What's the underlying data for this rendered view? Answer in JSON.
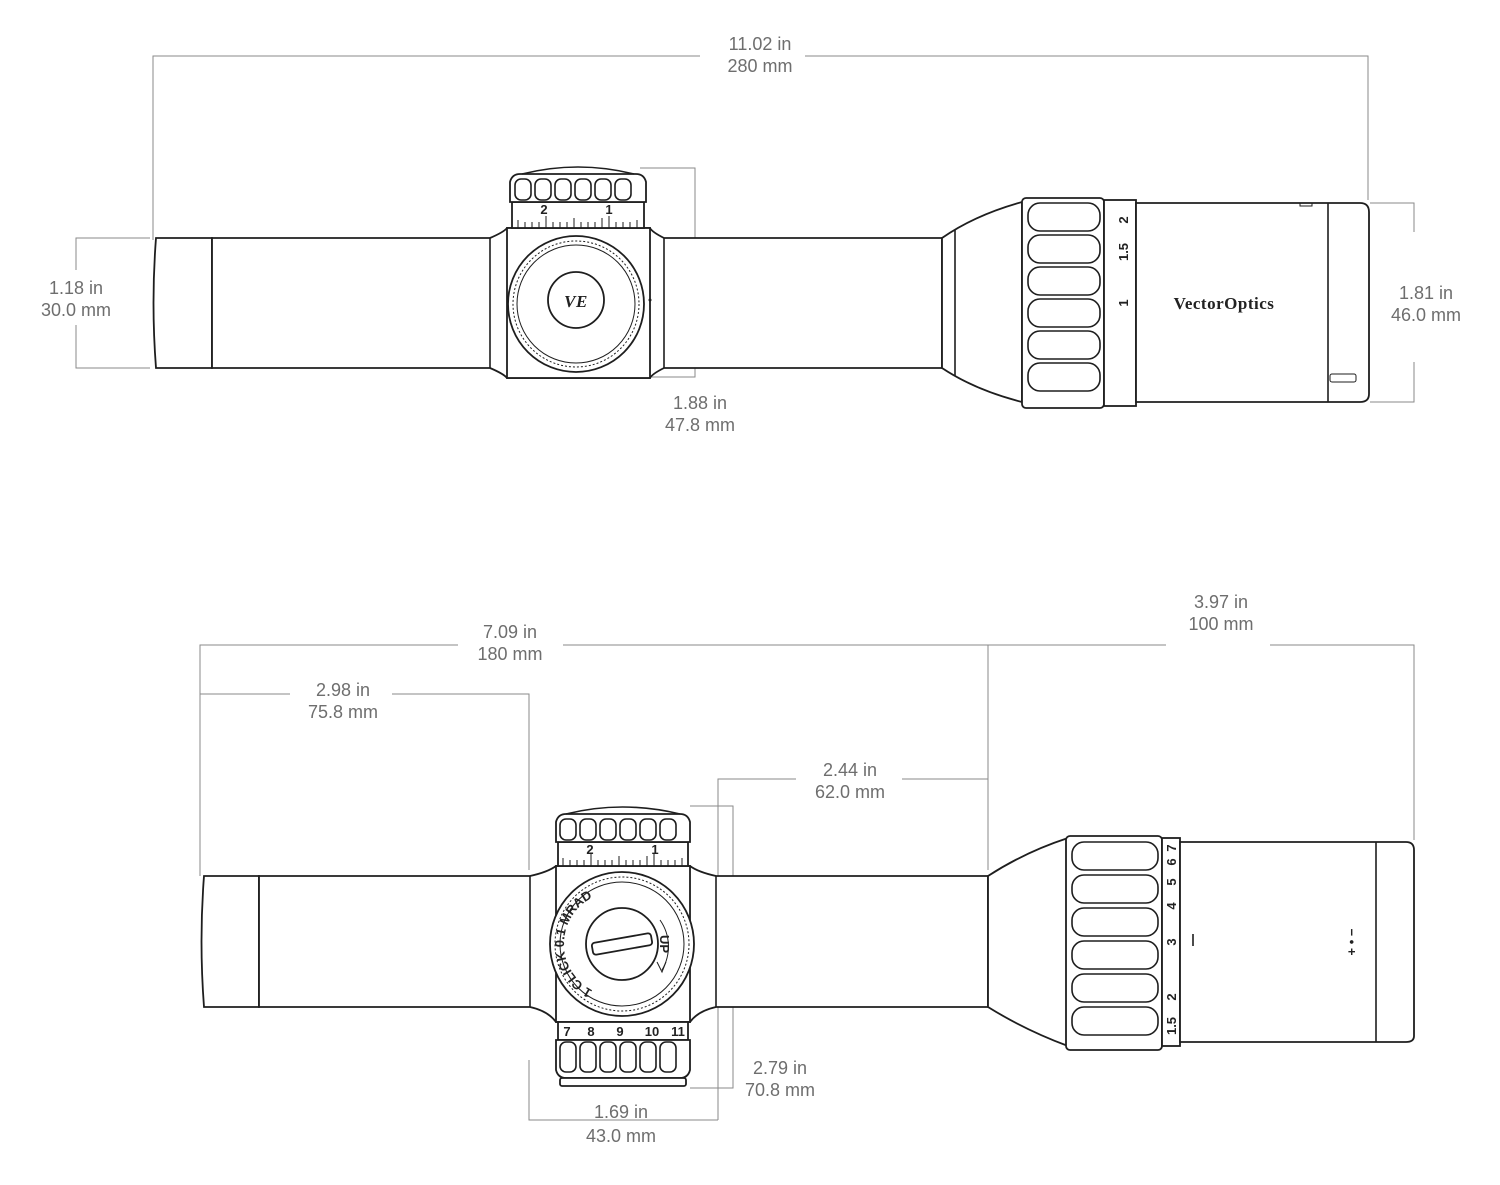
{
  "colors": {
    "outline": "#1e1e1e",
    "dimension": "#8a8a8a",
    "text": "#6e6e6e"
  },
  "top_view": {
    "length": {
      "in": "11.02 in",
      "mm": "280 mm"
    },
    "tube_diameter": {
      "in": "1.18  in",
      "mm": "30.0 mm"
    },
    "turret_height": {
      "in": "1.88 in",
      "mm": "47.8 mm"
    },
    "objective_diameter": {
      "in": "1.81 in",
      "mm": "46.0 mm"
    },
    "brand": "VectorOptics",
    "logo": "VE",
    "turret_scale": [
      "2",
      "1"
    ],
    "mag_ring": [
      "2",
      "1.5",
      "1"
    ]
  },
  "side_view": {
    "mount_length": {
      "in": "7.09 in",
      "mm": "180 mm"
    },
    "objective_section": {
      "in": "3.97 in",
      "mm": "100 mm"
    },
    "front_to_turret": {
      "in": "2.98 in",
      "mm": "75.8 mm"
    },
    "turret_to_ring": {
      "in": "2.44 in",
      "mm": "62.0 mm"
    },
    "turret_width": {
      "in": "1.69 in",
      "mm": "43.0 mm"
    },
    "turret_depth": {
      "in": "2.79 in",
      "mm": "70.8 mm"
    },
    "turret_scale": [
      "2",
      "1"
    ],
    "turret_text": "1 CLICK 0.1 MRAD",
    "up_text": "UP",
    "illum_numbers": [
      "7",
      "8",
      "9",
      "10",
      "11"
    ],
    "mag_ring": [
      "1.5",
      "2",
      "3",
      "4",
      "5",
      "6",
      "7"
    ],
    "illum_mark": "+ • −"
  }
}
